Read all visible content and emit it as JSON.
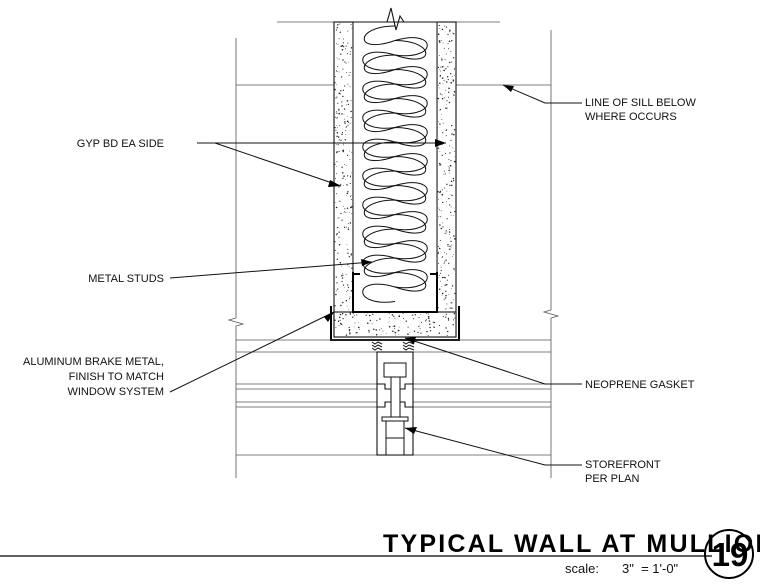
{
  "labels": {
    "sill": [
      "LINE OF SILL BELOW",
      "WHERE OCCURS"
    ],
    "gyp": "GYP BD EA SIDE",
    "studs": "METAL STUDS",
    "brake": [
      "ALUMINUM BRAKE METAL,",
      "FINISH TO MATCH",
      "WINDOW SYSTEM"
    ],
    "gasket": "NEOPRENE GASKET",
    "storefront": [
      "STOREFRONT",
      "PER PLAN"
    ]
  },
  "title_block": {
    "title": "TYPICAL WALL AT MULLION",
    "scale_label": "scale:",
    "scale_value": "3\"  = 1'-0\"",
    "detail_number": "19"
  }
}
